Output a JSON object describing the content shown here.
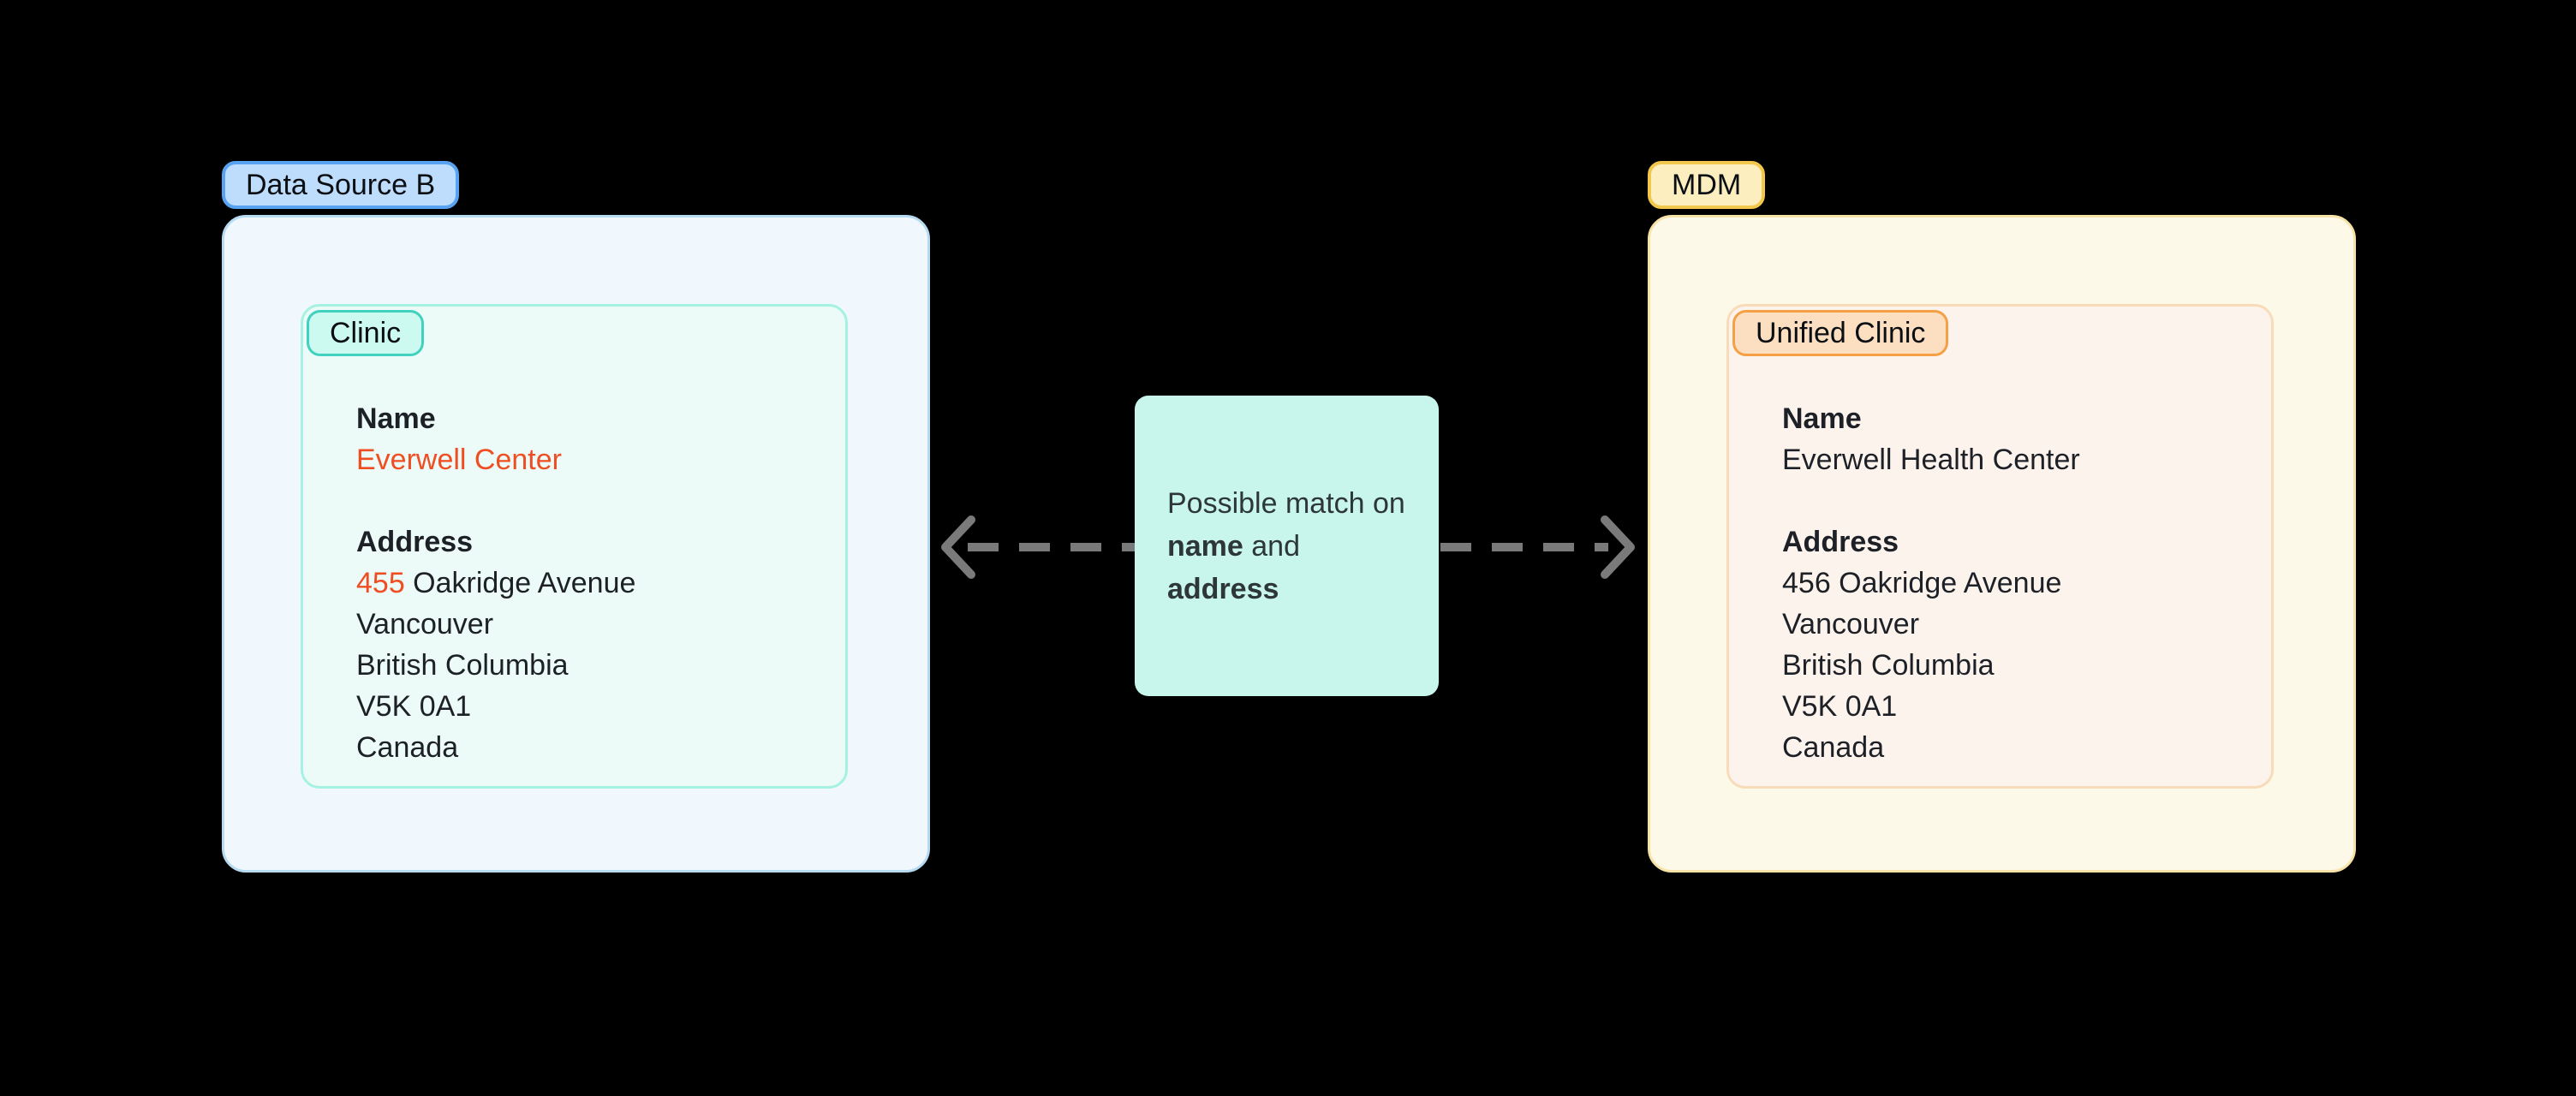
{
  "colors": {
    "background": "#000000",
    "accent_red": "#ef4e23",
    "arrow_gray": "#7a7a7a",
    "source_label_fill": "#bedcfb",
    "source_label_border": "#58a2f2",
    "source_panel_fill": "#f1f8fd",
    "source_panel_border": "#b6dbf0",
    "clinic_card_fill": "#ecfbf7",
    "clinic_card_border": "#a6f2e2",
    "clinic_pill_fill": "#ccf9f0",
    "clinic_pill_border": "#40d2bf",
    "match_box_fill": "#c8f5ec",
    "mdm_label_fill": "#fdeec0",
    "mdm_label_border": "#f2c84c",
    "mdm_panel_fill": "#fdf9e9",
    "mdm_panel_border": "#f7e2a8",
    "unified_card_fill": "#fdf3ed",
    "unified_card_border": "#f8dcba",
    "unified_pill_fill": "#fcdfc0",
    "unified_pill_border": "#f5a045",
    "text_dark": "#1d2127"
  },
  "source_panel": {
    "label": "Data Source B",
    "card": {
      "title": "Clinic",
      "name_label": "Name",
      "name_value": "Everwell Center",
      "address_label": "Address",
      "street_number": "455",
      "street_rest": " Oakridge Avenue",
      "city": "Vancouver",
      "region": "British Columbia",
      "postal_code": "V5K 0A1",
      "country": "Canada"
    }
  },
  "match": {
    "line1": "Possible match on",
    "bold_word_1": "name",
    "connector": " and ",
    "bold_word_2": "address"
  },
  "mdm_panel": {
    "label": "MDM",
    "card": {
      "title": "Unified Clinic",
      "name_label": "Name",
      "name_value": "Everwell Health Center",
      "address_label": "Address",
      "street": "456 Oakridge Avenue",
      "city": "Vancouver",
      "region": "British Columbia",
      "postal_code": "V5K 0A1",
      "country": "Canada"
    }
  }
}
